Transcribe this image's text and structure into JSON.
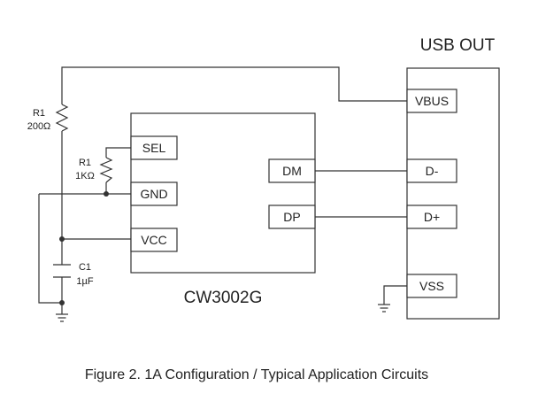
{
  "connector": {
    "title": "USB OUT",
    "pins": {
      "vbus": "VBUS",
      "dminus": "D-",
      "dplus": "D+",
      "vss": "VSS"
    }
  },
  "chip": {
    "name": "CW3002G",
    "pins": {
      "sel": "SEL",
      "gnd": "GND",
      "vcc": "VCC",
      "dm": "DM",
      "dp": "DP"
    }
  },
  "components": {
    "r1_top": {
      "ref": "R1",
      "value": "200Ω"
    },
    "r1_sel": {
      "ref": "R1",
      "value": "1KΩ"
    },
    "c1": {
      "ref": "C1",
      "value": "1µF"
    }
  },
  "caption": "Figure 2. 1A Configuration / Typical Application Circuits"
}
